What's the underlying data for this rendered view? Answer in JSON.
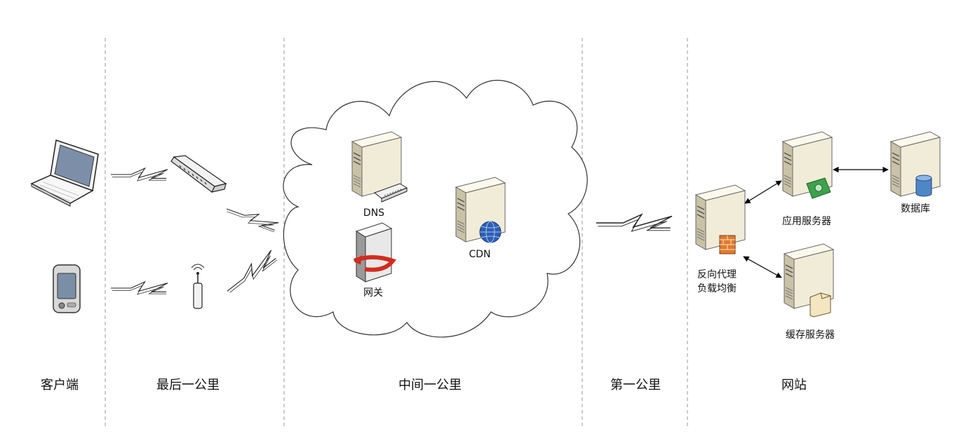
{
  "sections": {
    "client": "客户端",
    "last_mile": "最后一公里",
    "middle_mile": "中间一公里",
    "first_mile": "第一公里",
    "website": "网站"
  },
  "devices": {
    "dns": "DNS",
    "cdn": "CDN",
    "gateway": "网关",
    "reverse_proxy_line1": "反向代理",
    "reverse_proxy_line2": "负载均衡",
    "app_server": "应用服务器",
    "database": "数据库",
    "cache_server": "缓存服务器"
  },
  "icons": [
    "laptop-icon",
    "pda-icon",
    "switch-icon",
    "wireless-ap-icon",
    "server-icon",
    "gateway-icon",
    "globe-icon",
    "firewall-icon",
    "money-icon",
    "database-cylinder-icon",
    "document-icon",
    "cloud-icon",
    "lightning-link-icon"
  ],
  "colors": {
    "server_front": "#f1ecd8",
    "server_side": "#c9c2a6",
    "server_top": "#fbf8ec",
    "gateway_arrow": "#d22c1f",
    "globe": "#2d5fb5",
    "firewall": "#e07a2e",
    "money": "#3ca24c",
    "db": "#4f86c6"
  }
}
